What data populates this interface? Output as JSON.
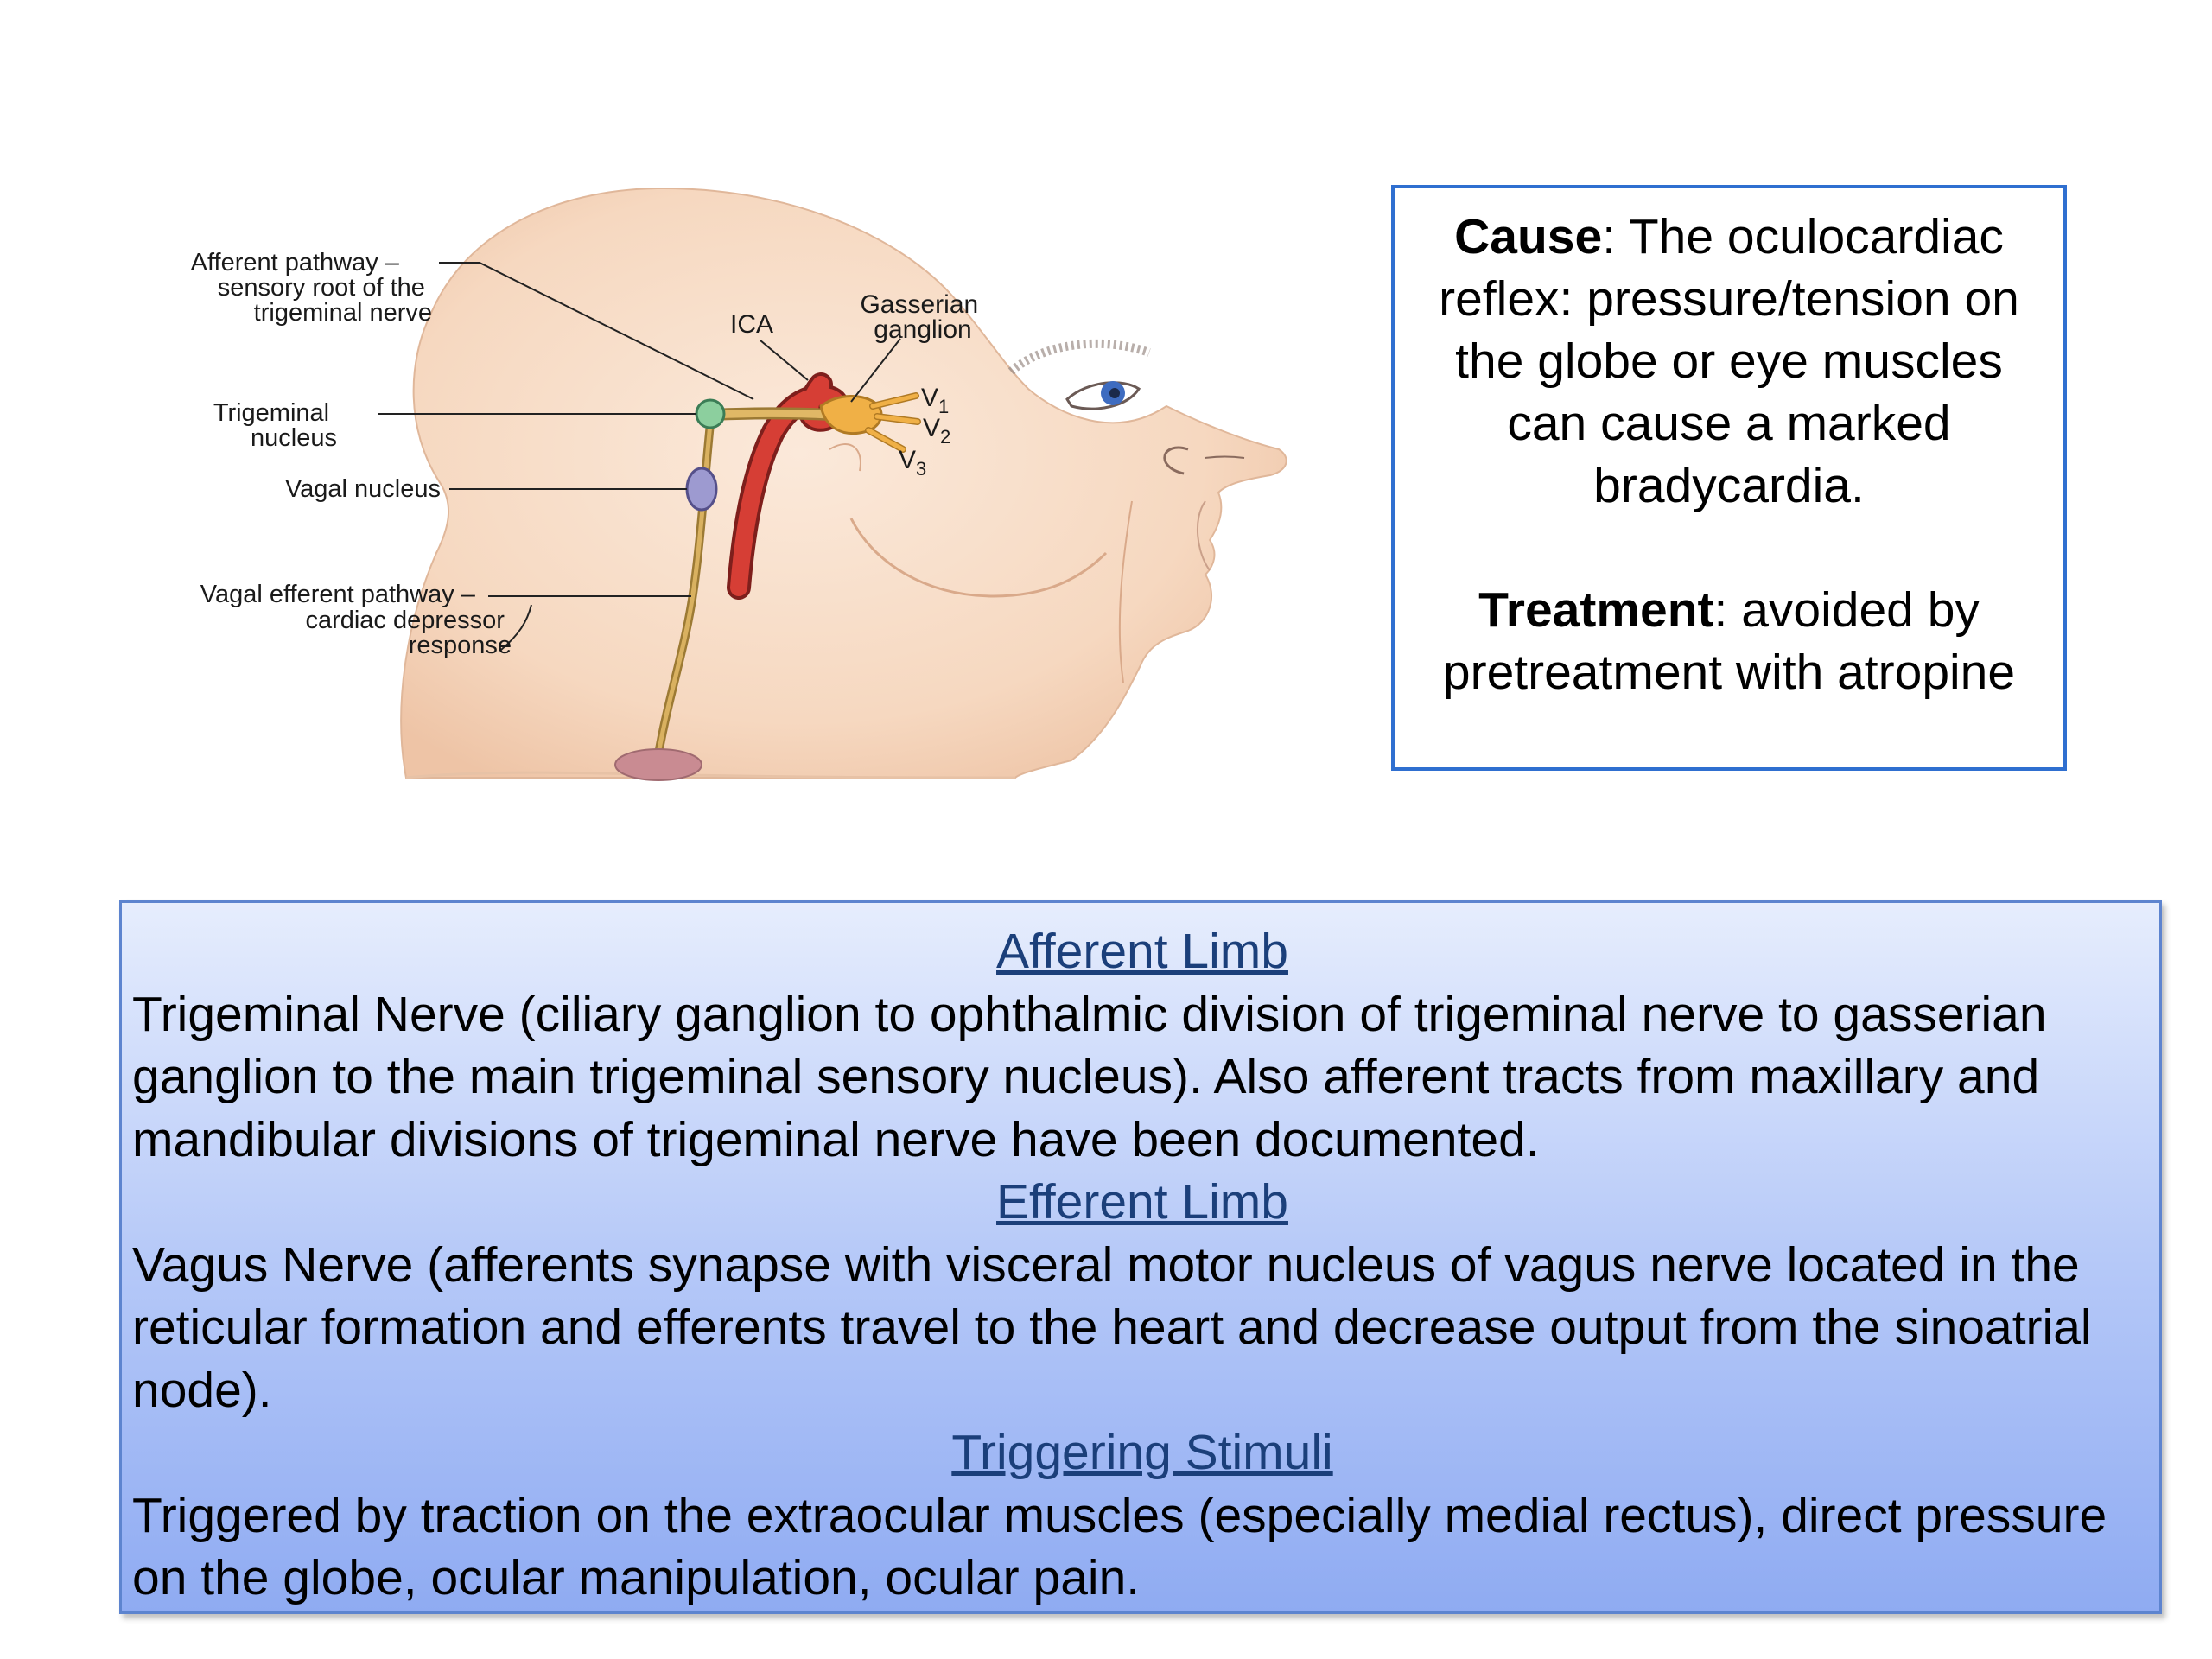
{
  "diagram": {
    "labels": {
      "afferent_pathway": [
        "Afferent pathway –",
        "sensory root of the",
        "trigeminal nerve"
      ],
      "trigeminal_nucleus": [
        "Trigeminal",
        "nucleus"
      ],
      "vagal_nucleus": "Vagal nucleus",
      "vagal_efferent": [
        "Vagal efferent pathway –",
        "cardiac depressor",
        "response"
      ],
      "ica": "ICA",
      "gasserian_ganglion": [
        "Gasserian",
        "ganglion"
      ],
      "v1": "V",
      "v1_sub": "1",
      "v2": "V",
      "v2_sub": "2",
      "v3": "V",
      "v3_sub": "3"
    }
  },
  "cause_box": {
    "cause_label": "Cause",
    "cause_text": ": The oculocardiac reflex: pressure/tension on the globe or eye muscles can cause a marked bradycardia.",
    "treatment_label": "Treatment",
    "treatment_text": ": avoided by pretreatment with atropine"
  },
  "info_box": {
    "afferent_heading": "Afferent Limb",
    "afferent_text": "Trigeminal Nerve (ciliary ganglion to ophthalmic division of trigeminal nerve to gasserian ganglion to the main trigeminal sensory nucleus). Also afferent tracts from maxillary and mandibular divisions of trigeminal nerve have been documented.",
    "efferent_heading": "Efferent Limb",
    "efferent_text": "Vagus Nerve (afferents synapse with visceral motor nucleus of vagus nerve located in the reticular formation and efferents travel to the heart and decrease output from the sinoatrial node).",
    "stimuli_heading": "Triggering Stimuli",
    "stimuli_text": "Triggered by traction on the extraocular muscles (especially medial rectus), direct pressure on the globe, ocular manipulation, ocular pain."
  },
  "colors": {
    "skin": "#f7dcc6",
    "ica": "#c8322f",
    "nerve": "#d2a24a",
    "box_border": "#2f6fd0"
  }
}
